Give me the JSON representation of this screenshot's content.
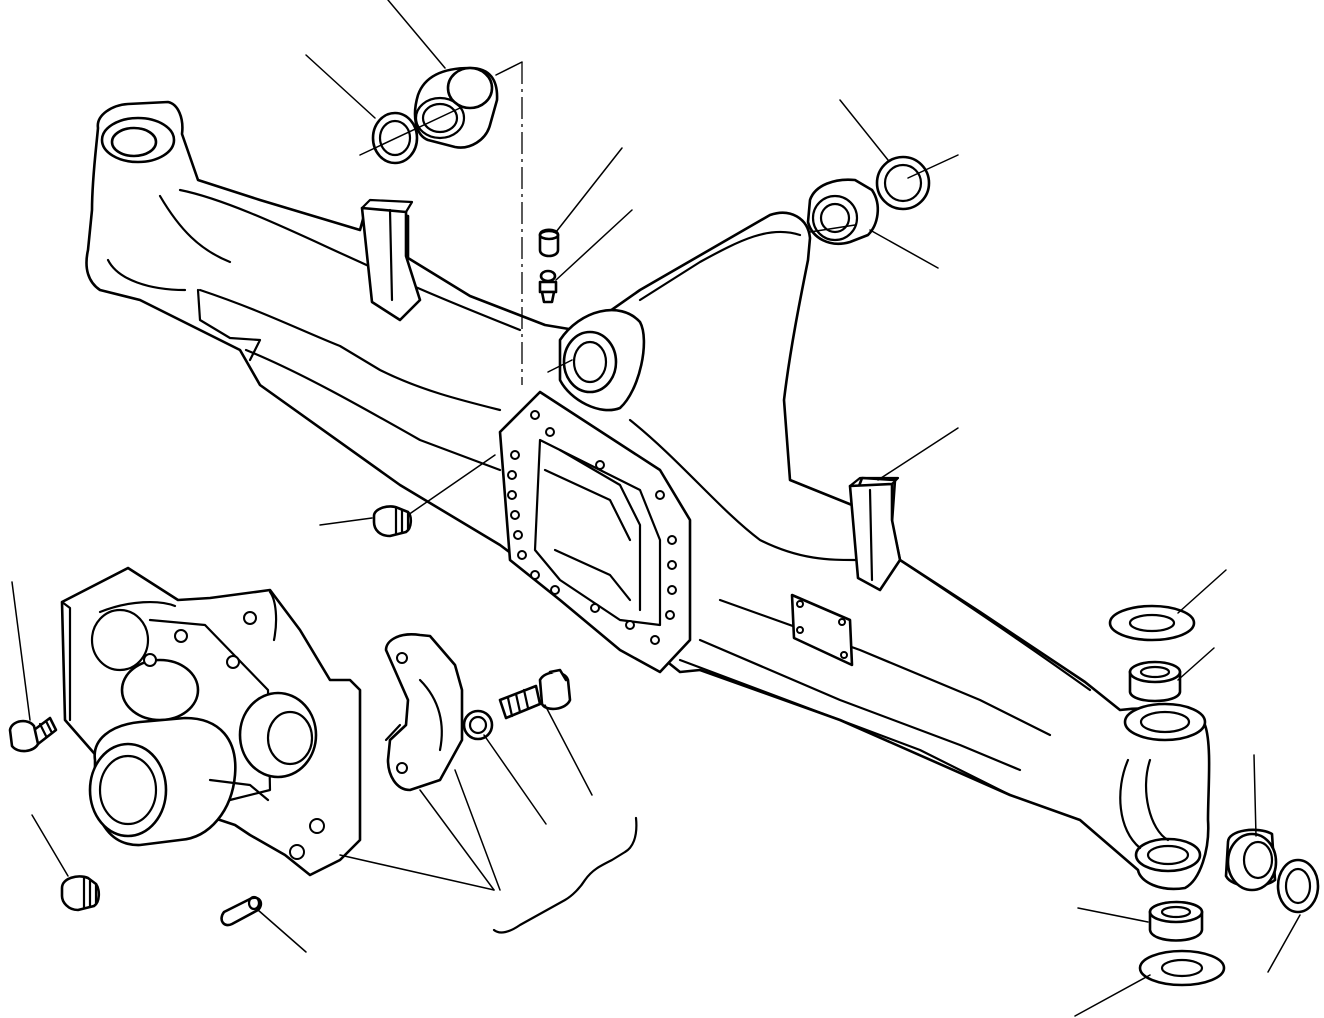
{
  "figure": {
    "kind": "exploded-parts-diagram",
    "subject": "",
    "line_color": "#000000",
    "background": "#ffffff",
    "parts": [
      {
        "id": "axle-housing",
        "icon": "axle-beam-icon"
      },
      {
        "id": "pivot-bushing-front",
        "icon": "bushing-icon"
      },
      {
        "id": "seal-ring-front",
        "icon": "seal-ring-icon"
      },
      {
        "id": "pivot-bushing-rear",
        "icon": "bushing-icon"
      },
      {
        "id": "seal-ring-rear",
        "icon": "seal-ring-icon"
      },
      {
        "id": "cap",
        "icon": "cap-icon"
      },
      {
        "id": "grease-fitting",
        "icon": "grease-nipple-icon"
      },
      {
        "id": "plug",
        "icon": "plug-icon"
      },
      {
        "id": "flange-bolt-left",
        "icon": "bolt-icon"
      },
      {
        "id": "plug-lower",
        "icon": "plug-icon"
      },
      {
        "id": "dowel-pin",
        "icon": "pin-icon"
      },
      {
        "id": "support-housing",
        "icon": "housing-icon"
      },
      {
        "id": "support-cap",
        "icon": "clamp-cap-icon"
      },
      {
        "id": "bushing-small",
        "icon": "bushing-icon"
      },
      {
        "id": "flange-bolt",
        "icon": "bolt-icon"
      },
      {
        "id": "washer-upper",
        "icon": "washer-icon"
      },
      {
        "id": "spacer-upper",
        "icon": "spacer-icon"
      },
      {
        "id": "kingpin-bushing",
        "icon": "bushing-icon"
      },
      {
        "id": "kingpin-seal",
        "icon": "seal-ring-icon"
      },
      {
        "id": "spacer-lower",
        "icon": "spacer-icon"
      },
      {
        "id": "washer-lower",
        "icon": "washer-icon"
      }
    ],
    "callout_count": 19,
    "callout_labels": []
  }
}
